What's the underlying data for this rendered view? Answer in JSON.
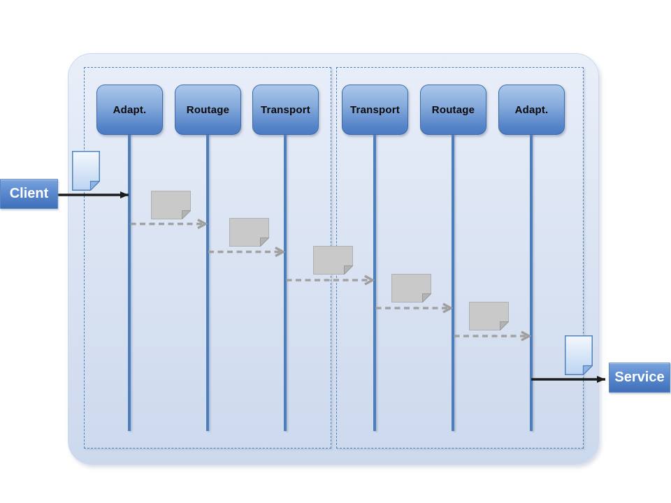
{
  "slide": {
    "background": "#ffffff"
  },
  "nodes": [
    {
      "label": "Adapt."
    },
    {
      "label": "Routage"
    },
    {
      "label": "Transport"
    },
    {
      "label": "Transport"
    },
    {
      "label": "Routage"
    },
    {
      "label": "Adapt."
    }
  ],
  "endpoints": {
    "client": "Client",
    "service": "Service"
  },
  "groups": {
    "count": 2,
    "border_style": "dashed"
  },
  "messages": {
    "document_count_gray": 5,
    "document_count_blue": 2,
    "dashed_arrow_count": 5,
    "solid_arrow_count": 2
  },
  "colors": {
    "node_gradient_top": "#abc7ec",
    "node_gradient_bottom": "#4d7bc2",
    "node_border": "#3f6ba5",
    "lifeline": "#4d7dbb",
    "endpoint_gradient_top": "#7aa3dc",
    "endpoint_gradient_bottom": "#3f6fb8",
    "endpoint_text": "#ffffff",
    "group_dashed_border": "#4f81bd",
    "panel_fill_top": "#e9eff9",
    "panel_fill_bottom": "#ccd9ed",
    "message_arrow_gray": "#a2a2a2",
    "gray_document_fill": "#c9c9c9",
    "blue_document_fill_bottom": "#bcd4f2",
    "solid_arrow_black": "#1b1b1b"
  },
  "icons": {
    "gray_document": "message-document-icon",
    "blue_document": "document-icon",
    "dashed_arrow": "message-arrow",
    "solid_arrow": "transfer-arrow"
  }
}
